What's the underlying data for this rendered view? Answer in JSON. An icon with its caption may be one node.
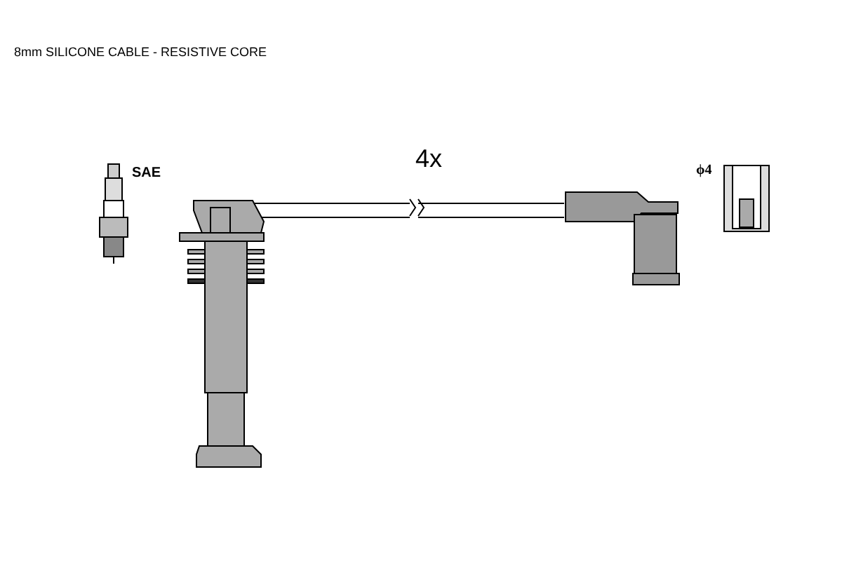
{
  "diagram": {
    "labels": [
      "8mm SILICONE CABLE - RESISTIVE CORE",
      "SAE",
      "4x",
      "ϕ4"
    ]
  }
}
